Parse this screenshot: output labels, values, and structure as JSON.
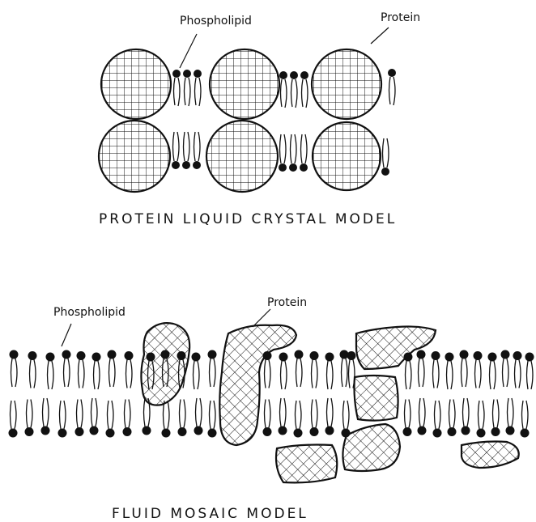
{
  "top_panel": {
    "label_phospholipid": "Phospholipid",
    "label_protein": "Protein",
    "caption": "PROTEIN LIQUID CRYSTAL MODEL"
  },
  "bottom_panel": {
    "label_phospholipid": "Phospholipid",
    "label_protein": "Protein",
    "caption": "FLUID MOSAIC MODEL"
  }
}
